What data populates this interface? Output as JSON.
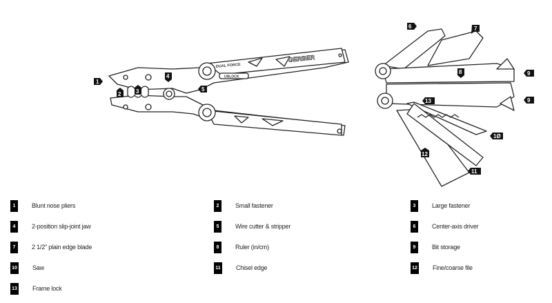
{
  "brand_marks": [
    "GERBER",
    "DUAL FORCE",
    "UNLOCK"
  ],
  "legend": [
    {
      "num": "1",
      "label": "Blunt nose pliers"
    },
    {
      "num": "2",
      "label": "Small fastener"
    },
    {
      "num": "3",
      "label": "Large fastener"
    },
    {
      "num": "4",
      "label": "2-position slip-joint jaw"
    },
    {
      "num": "5",
      "label": "Wire cutter & stripper"
    },
    {
      "num": "6",
      "label": "Center-axis driver"
    },
    {
      "num": "7",
      "label": "2 1/2\" plain edge blade"
    },
    {
      "num": "8",
      "label": "Ruler (in/cm)"
    },
    {
      "num": "9",
      "label": "Bit storage"
    },
    {
      "num": "10",
      "label": "Saw"
    },
    {
      "num": "11",
      "label": "Chisel edge"
    },
    {
      "num": "12",
      "label": "Fine/coarse file"
    },
    {
      "num": "13",
      "label": "Frame lock"
    }
  ],
  "callouts": {
    "c1": "1",
    "c2": "2",
    "c3": "3",
    "c4": "4",
    "c5": "5",
    "c6": "6",
    "c7": "7",
    "c8": "8",
    "c9a": "9",
    "c9b": "9",
    "c10": "1Ø",
    "c11": "11",
    "c12": "12",
    "c13": "13"
  }
}
